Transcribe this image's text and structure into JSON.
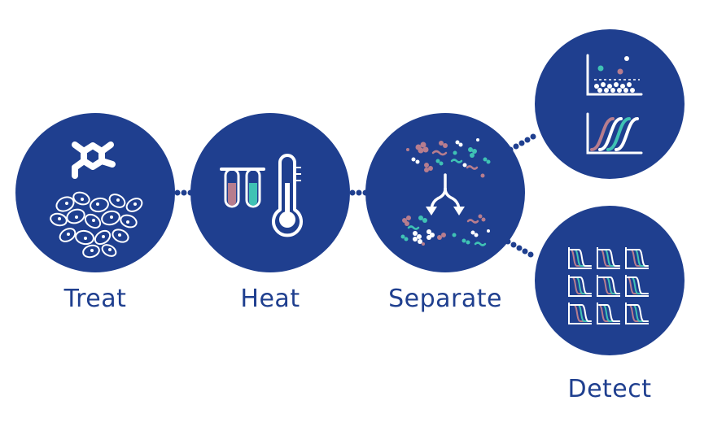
{
  "colors": {
    "circle": "#1f3f8f",
    "connector": "#1f3f8f",
    "icon_line": "#ffffff",
    "pink": "#b77d8e",
    "teal": "#3fc2b4",
    "label": "#1f3f8f"
  },
  "steps": [
    {
      "label": "Treat",
      "icon": "molecule-and-cells-icon"
    },
    {
      "label": "Heat",
      "icon": "test-tubes-thermometer-icon"
    },
    {
      "label": "Separate",
      "icon": "split-arrow-proteins-icon"
    },
    {
      "label": "",
      "icon": "scatter-and-melt-curve-chart-icon"
    },
    {
      "label": "Detect",
      "icon": "melt-curve-grid-icon"
    }
  ]
}
